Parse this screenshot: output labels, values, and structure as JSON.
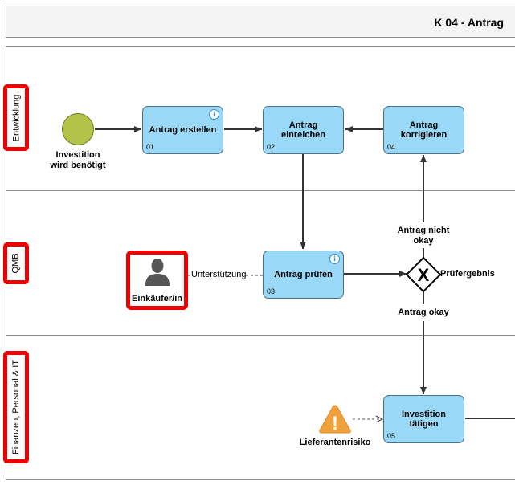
{
  "header": {
    "title": "K 04 - Antrag"
  },
  "lanes": [
    {
      "label": "Entwicklung"
    },
    {
      "label": "QMB"
    },
    {
      "label": "Finanzen, Personal & IT"
    }
  ],
  "start_event": {
    "label": "Investition wird benötigt"
  },
  "tasks": [
    {
      "label": "Antrag erstellen",
      "num": "01",
      "info": "i"
    },
    {
      "label": "Antrag einreichen",
      "num": "02"
    },
    {
      "label": "Antrag prüfen",
      "num": "03",
      "info": "i"
    },
    {
      "label": "Antrag korrigieren",
      "num": "04"
    },
    {
      "label": "Investition tätigen",
      "num": "05"
    }
  ],
  "gateway": {
    "label": "Prüfergebnis",
    "mark": "X"
  },
  "flows": {
    "not_okay": "Antrag nicht okay",
    "okay": "Antrag okay",
    "support": "Unterstützung"
  },
  "role": {
    "label": "Einkäufer/in"
  },
  "risk": {
    "label": "Lieferantenrisiko",
    "mark": "!"
  },
  "colors": {
    "task_fill": "#99d8f6",
    "start_fill": "#b3c34a",
    "highlight": "#ee0000",
    "risk_fill": "#f0a13c"
  }
}
